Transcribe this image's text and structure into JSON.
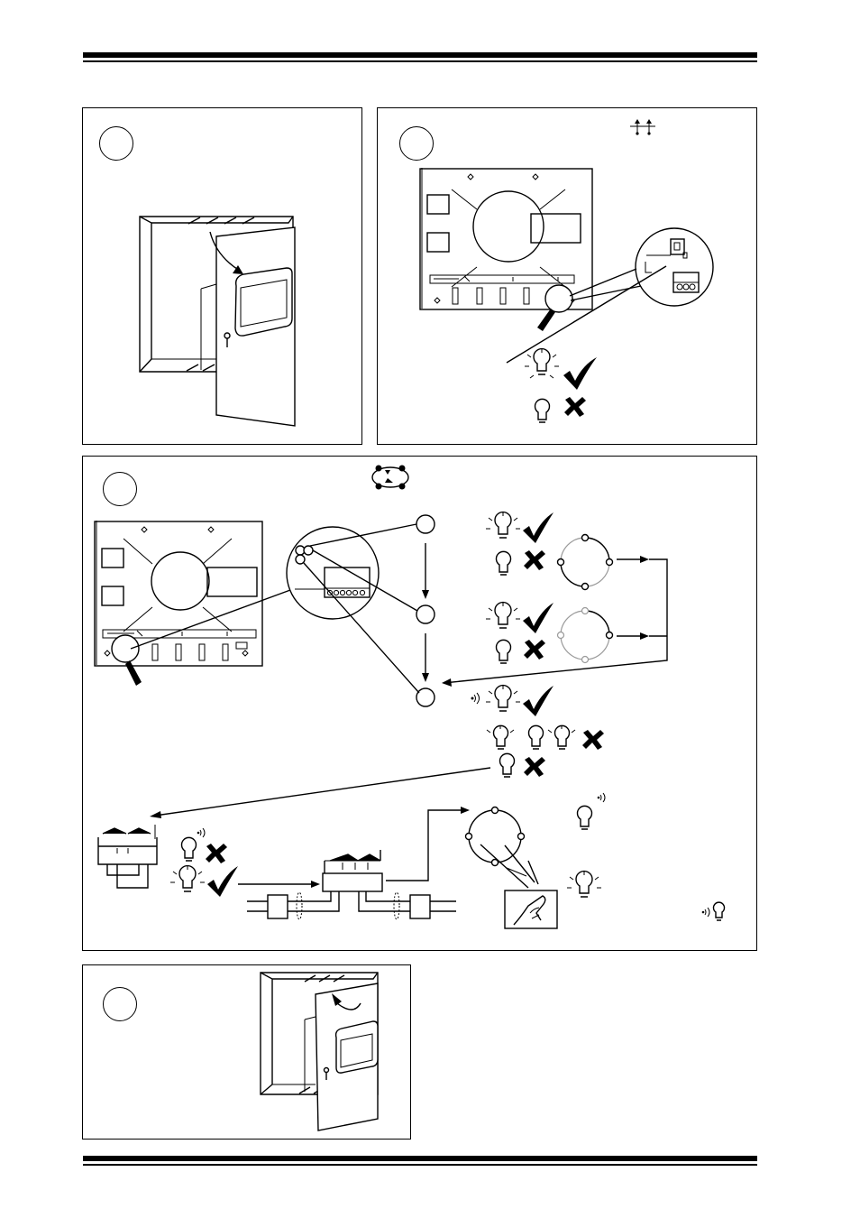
{
  "steps": [
    {
      "id": 1,
      "label": ""
    },
    {
      "id": 2,
      "label": ""
    },
    {
      "id": 3,
      "label": ""
    },
    {
      "id": 4,
      "label": ""
    }
  ],
  "icons": {
    "lamp_on": "lamp-lit-icon",
    "lamp_off": "lamp-unlit-icon",
    "ok": "check-mark-icon",
    "fail": "cross-mark-icon",
    "magnifier": "magnifier-icon",
    "sounder": "sounder-icon",
    "hand": "hand-press-icon"
  },
  "colors": {
    "ink": "#000000",
    "inactive_loop": "#9a9a9a",
    "paper": "#ffffff"
  }
}
